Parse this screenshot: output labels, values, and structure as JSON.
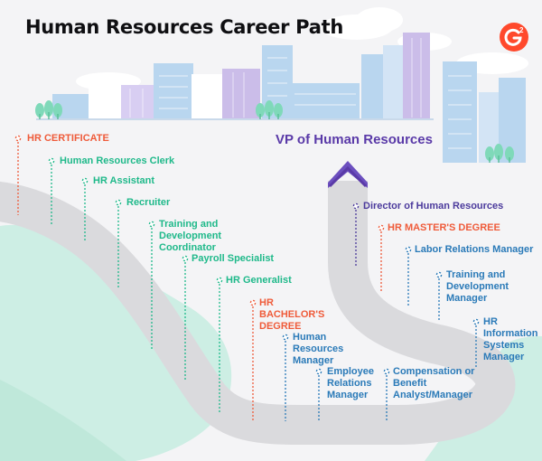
{
  "title": "Human Resources Career Path",
  "brand": {
    "logo": "G2"
  },
  "colors": {
    "background": "#f4f4f6",
    "certificate_degree": "#ef5b3a",
    "early_roles": "#1fb98a",
    "top_roles": "#5a3aa8",
    "later_roles": "#2a7ab8",
    "road": "#dadadd",
    "hills": "#cdeee4",
    "buildings": "#b9d6ef",
    "buildings_accent": "#cbbde9"
  },
  "goal": {
    "label": "VP of Human Resources"
  },
  "milestones": [
    {
      "label": "HR CERTIFICATE",
      "kind": "certificate"
    },
    {
      "label": "Human Resources Clerk",
      "kind": "role"
    },
    {
      "label": "HR Assistant",
      "kind": "role"
    },
    {
      "label": "Recruiter",
      "kind": "role"
    },
    {
      "label": "Training and Development Coordinator",
      "kind": "role"
    },
    {
      "label": "Payroll Specialist",
      "kind": "role"
    },
    {
      "label": "HR Generalist",
      "kind": "role"
    },
    {
      "label": "HR BACHELOR'S DEGREE",
      "kind": "degree"
    },
    {
      "label": "Human Resources Manager",
      "kind": "role"
    },
    {
      "label": "Employee Relations Manager",
      "kind": "role"
    },
    {
      "label": "Compensation or Benefit Analyst/Manager",
      "kind": "role"
    },
    {
      "label": "HR Information Systems Manager",
      "kind": "role"
    },
    {
      "label": "Training and Development Manager",
      "kind": "role"
    },
    {
      "label": "Labor Relations Manager",
      "kind": "role"
    },
    {
      "label": "HR MASTER'S DEGREE",
      "kind": "degree"
    },
    {
      "label": "Director of Human Resources",
      "kind": "role"
    }
  ]
}
